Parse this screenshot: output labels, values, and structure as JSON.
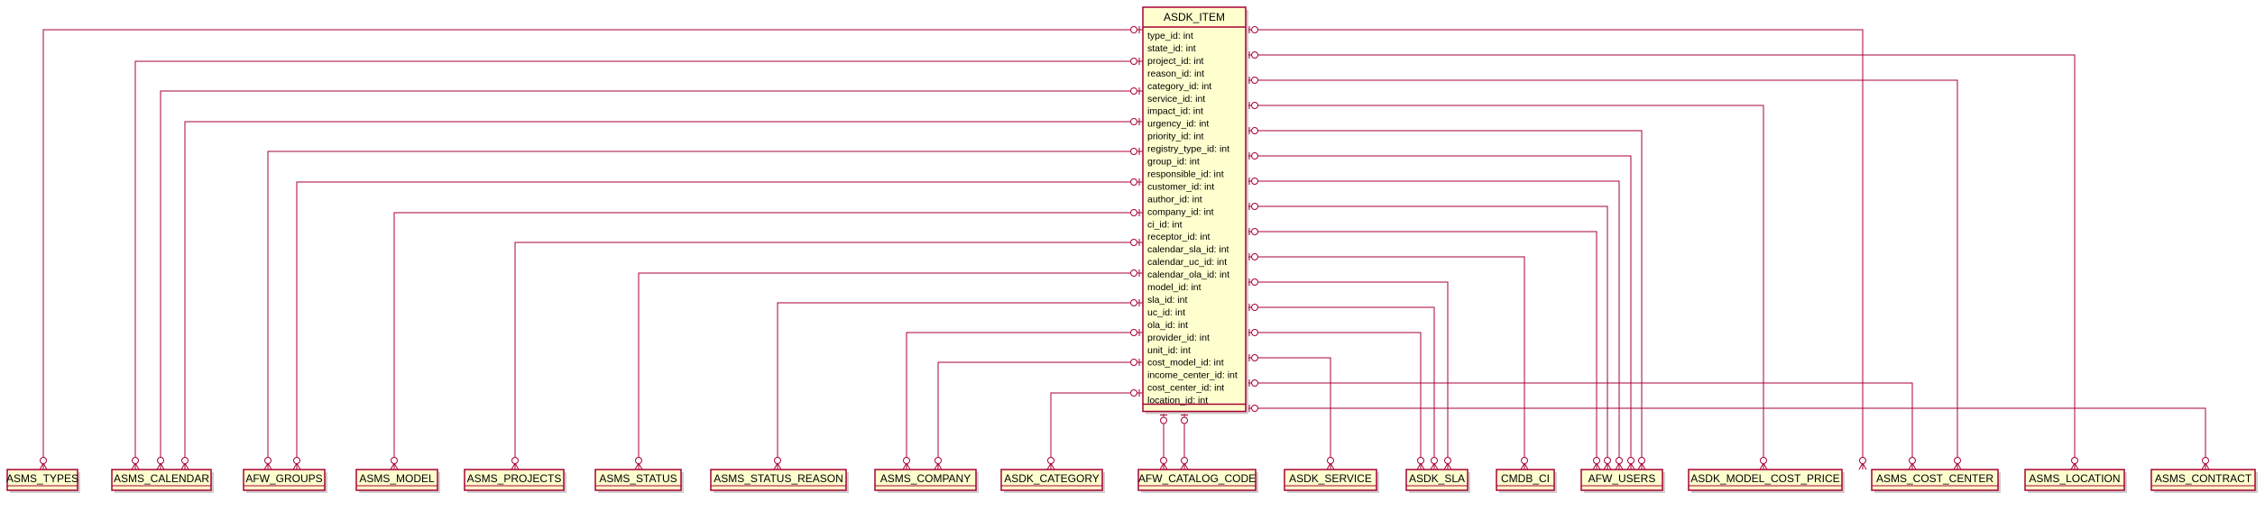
{
  "diagram": {
    "main_entity": {
      "name": "ASDK_ITEM",
      "fields": [
        "type_id: int",
        "state_id: int",
        "project_id: int",
        "reason_id: int",
        "category_id: int",
        "service_id: int",
        "impact_id: int",
        "urgency_id: int",
        "priority_id: int",
        "registry_type_id: int",
        "group_id: int",
        "responsible_id: int",
        "customer_id: int",
        "author_id: int",
        "company_id: int",
        "ci_id: int",
        "receptor_id: int",
        "calendar_sla_id: int",
        "calendar_uc_id: int",
        "calendar_ola_id: int",
        "model_id: int",
        "sla_id: int",
        "uc_id: int",
        "ola_id: int",
        "provider_id: int",
        "unit_id: int",
        "cost_model_id: int",
        "income_center_id: int",
        "cost_center_id: int",
        "location_id: int"
      ]
    },
    "entities": [
      "ASMS_TYPES",
      "ASMS_CALENDAR",
      "AFW_GROUPS",
      "ASMS_MODEL",
      "ASMS_PROJECTS",
      "ASMS_STATUS",
      "ASMS_STATUS_REASON",
      "ASMS_COMPANY",
      "ASDK_CATEGORY",
      "AFW_CATALOG_CODE",
      "ASDK_SERVICE",
      "ASDK_SLA",
      "CMDB_CI",
      "AFW_USERS",
      "ASDK_MODEL_COST_PRICE",
      "ASMS_COST_CENTER",
      "ASMS_LOCATION",
      "ASMS_CONTRACT"
    ],
    "relations": [
      {
        "field": "type_id: int",
        "target": "ASMS_TYPES"
      },
      {
        "field": "state_id: int",
        "target": "ASMS_STATUS"
      },
      {
        "field": "project_id: int",
        "target": "ASMS_PROJECTS"
      },
      {
        "field": "reason_id: int",
        "target": "ASMS_STATUS_REASON"
      },
      {
        "field": "category_id: int",
        "target": "ASDK_CATEGORY"
      },
      {
        "field": "service_id: int",
        "target": "ASDK_SERVICE"
      },
      {
        "field": "impact_id: int",
        "target": "AFW_CATALOG_CODE"
      },
      {
        "field": "urgency_id: int",
        "target": "AFW_CATALOG_CODE"
      },
      {
        "field": "priority_id: int",
        "target": "AFW_CATALOG_CODE"
      },
      {
        "field": "registry_type_id: int",
        "target": "AFW_CATALOG_CODE"
      },
      {
        "field": "group_id: int",
        "target": "AFW_GROUPS"
      },
      {
        "field": "responsible_id: int",
        "target": "AFW_USERS"
      },
      {
        "field": "customer_id: int",
        "target": "AFW_USERS"
      },
      {
        "field": "author_id: int",
        "target": "AFW_USERS"
      },
      {
        "field": "company_id: int",
        "target": "ASMS_COMPANY"
      },
      {
        "field": "ci_id: int",
        "target": "CMDB_CI"
      },
      {
        "field": "receptor_id: int",
        "target": "AFW_USERS"
      },
      {
        "field": "calendar_sla_id: int",
        "target": "ASMS_CALENDAR"
      },
      {
        "field": "calendar_uc_id: int",
        "target": "ASMS_CALENDAR"
      },
      {
        "field": "calendar_ola_id: int",
        "target": "ASMS_CALENDAR"
      },
      {
        "field": "model_id: int",
        "target": "ASMS_MODEL"
      },
      {
        "field": "sla_id: int",
        "target": "ASDK_SLA"
      },
      {
        "field": "uc_id: int",
        "target": "ASDK_SLA"
      },
      {
        "field": "ola_id: int",
        "target": "ASDK_SLA"
      },
      {
        "field": "provider_id: int",
        "target": "AFW_USERS"
      },
      {
        "field": "unit_id: int",
        "target": "AFW_GROUPS"
      },
      {
        "field": "cost_model_id: int",
        "target": "ASDK_MODEL_COST_PRICE"
      },
      {
        "field": "income_center_id: int",
        "target": "ASMS_COST_CENTER"
      },
      {
        "field": "cost_center_id: int",
        "target": "ASMS_COST_CENTER"
      },
      {
        "field": "location_id: int",
        "target": "ASMS_LOCATION"
      },
      {
        "field": "",
        "target": "ASMS_CONTRACT"
      }
    ],
    "colors": {
      "entity_fill": "#fefece",
      "entity_border": "#a80036",
      "line": "#a80036",
      "shadow": "#cfcfcf",
      "text": "#000000"
    }
  }
}
